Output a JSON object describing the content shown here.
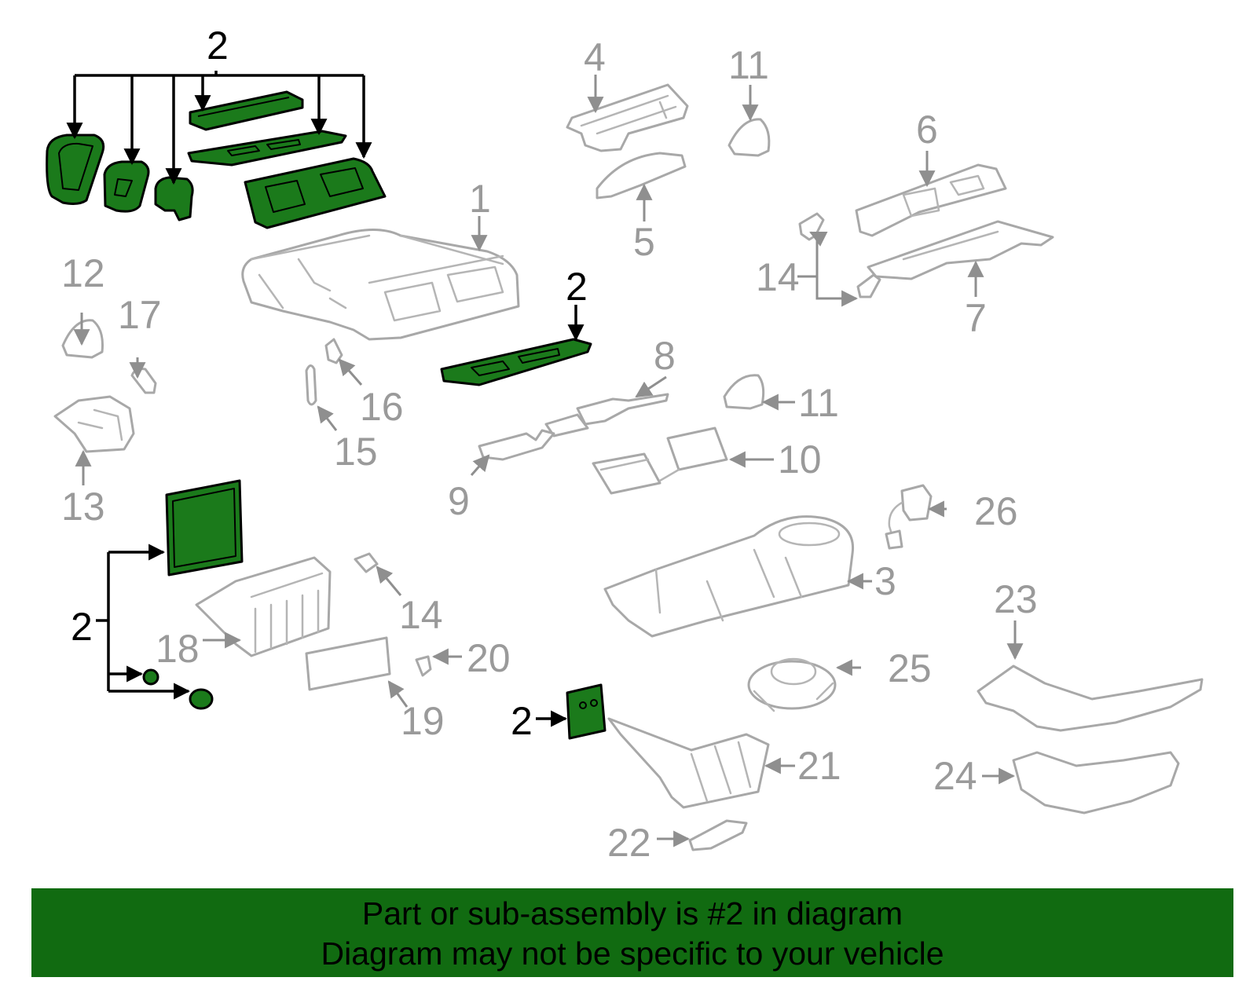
{
  "colors": {
    "highlight_fill": "#1b7a1b",
    "banner_background": "#116b11",
    "unhighlighted_label": "#9a9a9a",
    "highlighted_label": "#000000"
  },
  "callouts": {
    "c1": "1",
    "c2_top": "2",
    "c2_mid": "2",
    "c2_left": "2",
    "c2_bottom": "2",
    "c3": "3",
    "c4": "4",
    "c5": "5",
    "c6": "6",
    "c7": "7",
    "c8": "8",
    "c9": "9",
    "c10": "10",
    "c11_top": "11",
    "c11_mid": "11",
    "c12": "12",
    "c13": "13",
    "c14_top": "14",
    "c14_bottom": "14",
    "c15": "15",
    "c16": "16",
    "c17": "17",
    "c18": "18",
    "c19": "19",
    "c20": "20",
    "c21": "21",
    "c22": "22",
    "c23": "23",
    "c24": "24",
    "c25": "25",
    "c26": "26"
  },
  "banner": {
    "line1": "Part or sub-assembly is #2 in diagram",
    "line2": "Diagram may not be specific to your vehicle"
  }
}
